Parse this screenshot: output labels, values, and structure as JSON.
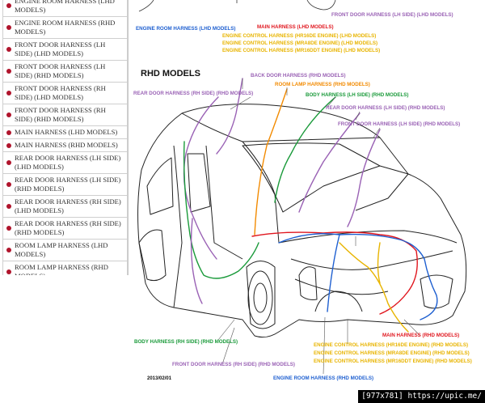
{
  "sidebar": {
    "items": [
      {
        "label": "ENGINE ROOM HARNESS (LHD MODELS)"
      },
      {
        "label": "ENGINE ROOM HARNESS (RHD MODELS)"
      },
      {
        "label": "FRONT DOOR HARNESS (LH SIDE) (LHD MODELS)"
      },
      {
        "label": "FRONT DOOR HARNESS (LH SIDE) (RHD MODELS)"
      },
      {
        "label": "FRONT DOOR HARNESS (RH SIDE) (LHD MODELS)"
      },
      {
        "label": "FRONT DOOR HARNESS (RH SIDE) (RHD MODELS)"
      },
      {
        "label": "MAIN HARNESS (LHD MODELS)"
      },
      {
        "label": "MAIN HARNESS (RHD MODELS)"
      },
      {
        "label": "REAR DOOR HARNESS (LH SIDE) (LHD MODELS)"
      },
      {
        "label": "REAR DOOR HARNESS (LH SIDE) (RHD MODELS)"
      },
      {
        "label": "REAR DOOR HARNESS (RH SIDE) (LHD MODELS)"
      },
      {
        "label": "REAR DOOR HARNESS (RH SIDE) (RHD MODELS)"
      },
      {
        "label": "ROOM LAMP HARNESS (LHD MODELS)"
      },
      {
        "label": "ROOM LAMP HARNESS (RHD MODELS)"
      }
    ]
  },
  "diagram": {
    "section_title": "RHD MODELS",
    "date": "2013/02/01",
    "colors": {
      "blue": "#1e5fd0",
      "red": "#e0161e",
      "orange": "#f28a00",
      "yellow": "#e8b400",
      "green": "#1a9a3a",
      "purple": "#9a62b5"
    },
    "labels": {
      "front_door_lh_lhd": "FRONT DOOR HARNESS (LH SIDE) (LHD MODELS)",
      "engine_room_lhd": "ENGINE ROOM HARNESS (LHD MODELS)",
      "main_lhd": "MAIN HARNESS (LHD MODELS)",
      "ecm_hr16de_lhd": "ENGINE CONTROL HARNESS (HR16DE ENGINE) (LHD MODELS)",
      "ecm_mra8de_lhd": "ENGINE CONTROL HARNESS (MRA8DE ENGINE) (LHD MODELS)",
      "ecm_mr16ddt_lhd": "ENGINE CONTROL HARNESS (MR16DDT ENGINE) (LHD MODELS)",
      "back_door_rhd": "BACK DOOR HARNESS (RHD MODELS)",
      "room_lamp_rhd": "ROOM LAMP HARNESS (RHD MODELS)",
      "rear_door_rh_rhd": "REAR DOOR HARNESS (RH SIDE) (RHD MODELS)",
      "body_lh_rhd": "BODY HARNESS (LH SIDE) (RHD MODELS)",
      "rear_door_lh_rhd": "REAR DOOR HARNESS (LH SIDE) (RHD MODELS)",
      "front_door_lh_rhd": "FRONT DOOR HARNESS (LH SIDE) (RHD MODELS)",
      "main_rhd": "MAIN HARNESS (RHD MODELS)",
      "ecm_hr16de_rhd": "ENGINE CONTROL HARNESS (HR16DE ENGINE) (RHD MODELS)",
      "ecm_mra8de_rhd": "ENGINE CONTROL HARNESS (MRA8DE ENGINE) (RHD MODELS)",
      "ecm_mr16ddt_rhd": "ENGINE CONTROL HARNESS (MR16DDT ENGINE) (RHD MODELS)",
      "body_rh_rhd": "BODY HARNESS (RH SIDE) (RHD MODELS)",
      "front_door_rh_rhd": "FRONT DOOR HARNESS (RH SIDE) (RHD MODELS)",
      "engine_room_rhd": "ENGINE ROOM HARNESS (RHD MODELS)"
    }
  },
  "footer": {
    "text": "[977x781] https://upic.me/"
  }
}
